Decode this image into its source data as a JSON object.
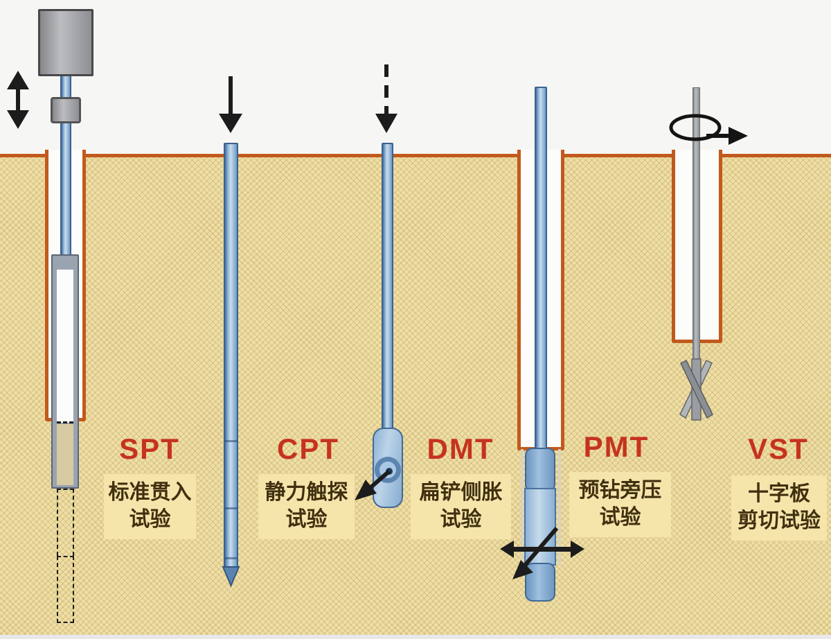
{
  "diagram": {
    "methods": [
      {
        "acronym": "SPT",
        "name_line1": "标准贯入",
        "name_line2": "试验"
      },
      {
        "acronym": "CPT",
        "name_line1": "静力触探",
        "name_line2": "试验"
      },
      {
        "acronym": "DMT",
        "name_line1": "扁铲侧胀",
        "name_line2": "试验"
      },
      {
        "acronym": "PMT",
        "name_line1": "预钻旁压",
        "name_line2": "试验"
      },
      {
        "acronym": "VST",
        "name_line1": "十字板",
        "name_line2": "剪切试验"
      }
    ],
    "palette": {
      "label_red": "#c5331f",
      "soil_tan": "#efdfa6",
      "border_orange": "#c2591c",
      "rod_blue": "#7fa8d2",
      "steel_gray": "#9b9c9e",
      "arrow_black": "#1c1c1c",
      "text_brown": "#41300f",
      "label_box_tan": "#f5e5ab"
    }
  }
}
